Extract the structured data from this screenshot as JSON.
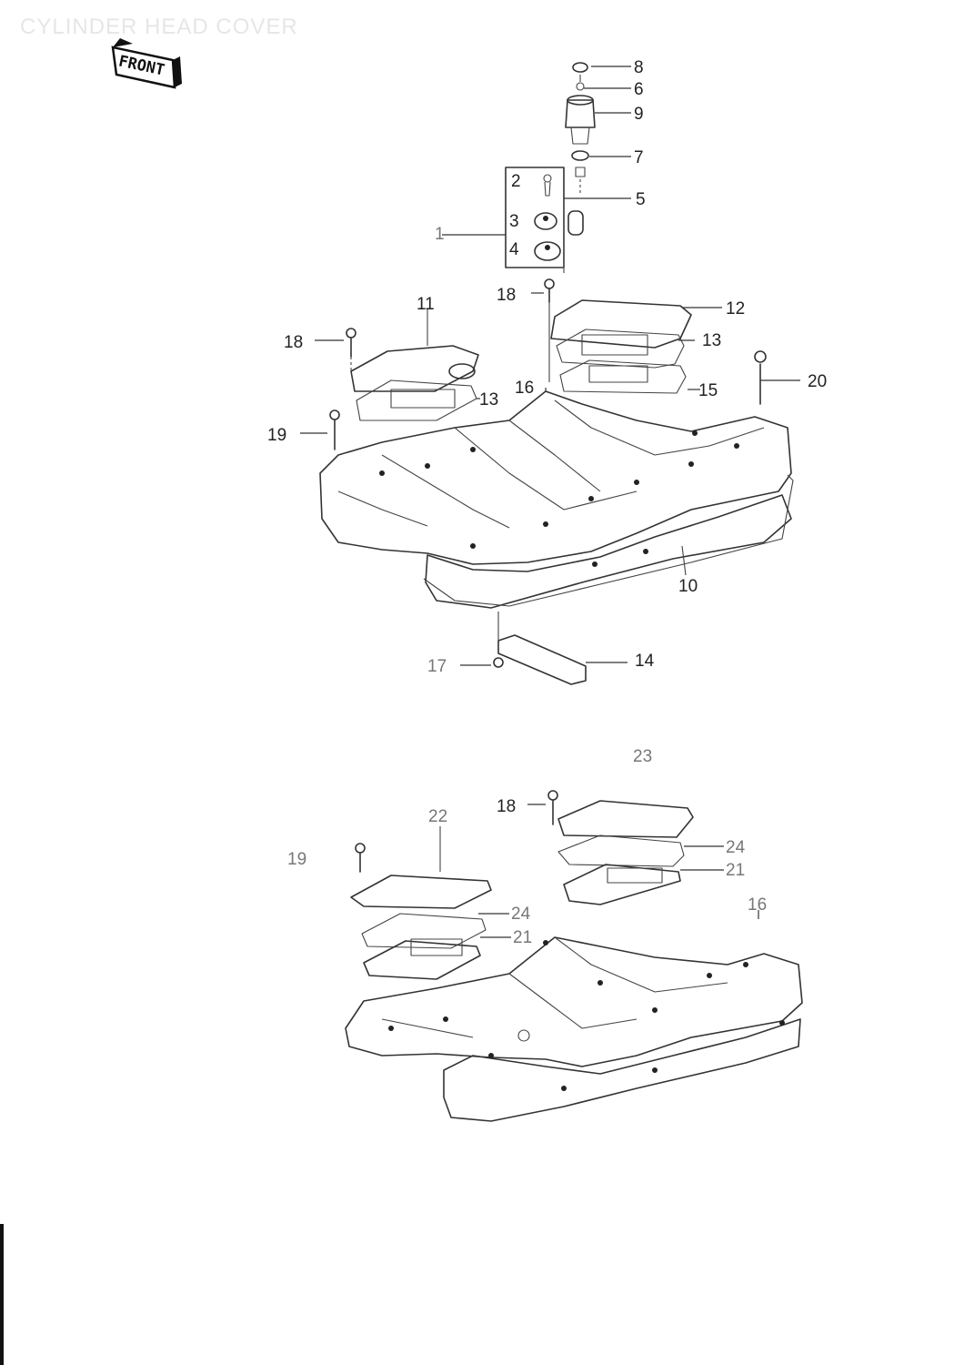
{
  "page": {
    "title": "CYLINDER HEAD COVER",
    "front_label": "FRONT"
  },
  "upper_assembly": {
    "callouts": [
      "8",
      "6",
      "9",
      "7",
      "5",
      "2",
      "3",
      "4",
      "1",
      "18",
      "12",
      "11",
      "13",
      "18",
      "13",
      "16",
      "15",
      "20",
      "19",
      "10",
      "17",
      "14"
    ]
  },
  "lower_assembly": {
    "callouts": [
      "23",
      "18",
      "22",
      "19",
      "24",
      "21",
      "24",
      "21",
      "16"
    ]
  }
}
